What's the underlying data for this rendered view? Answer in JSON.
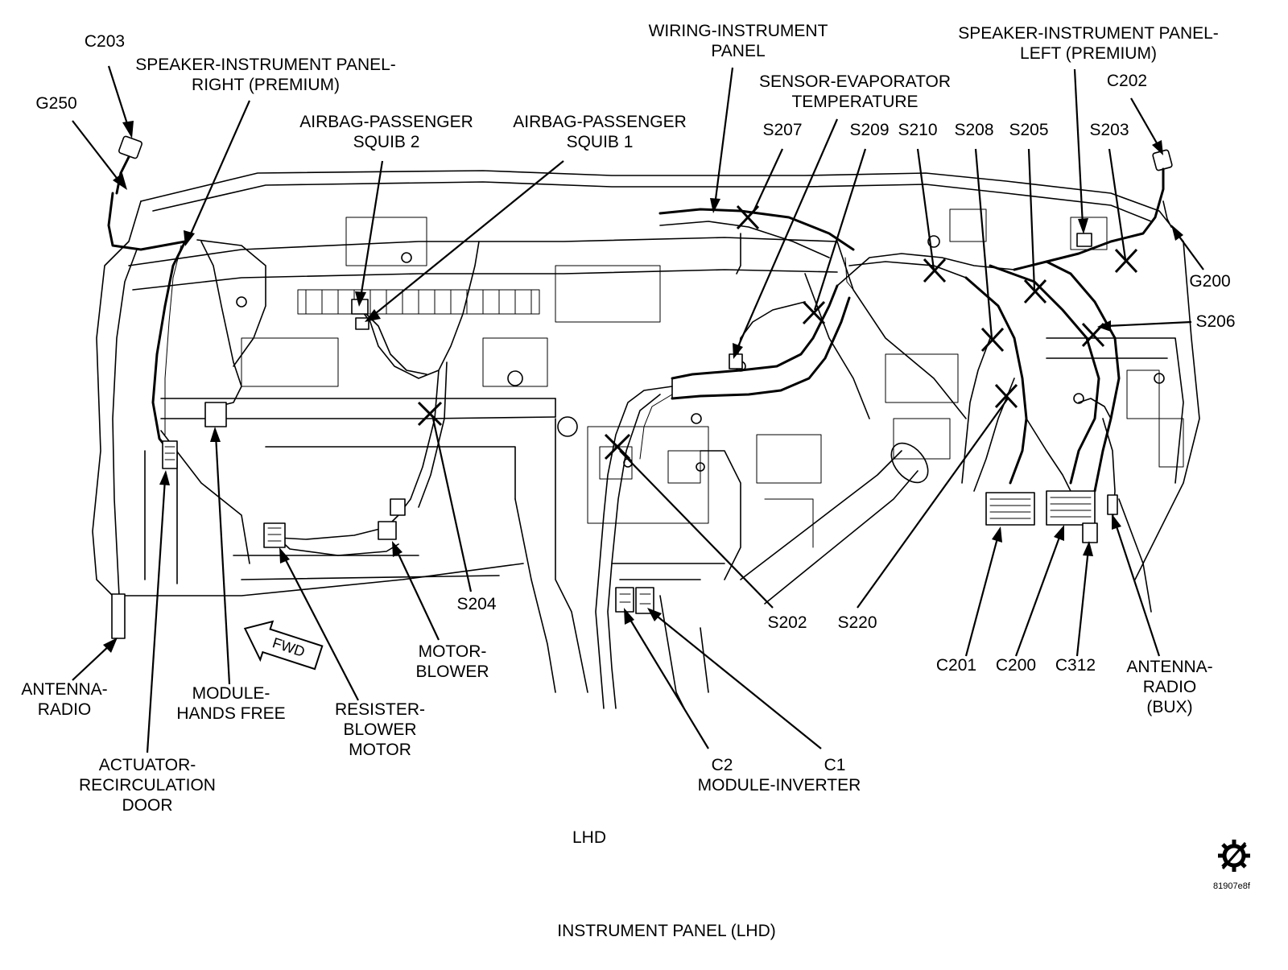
{
  "diagram": {
    "view_label": "LHD",
    "caption": "INSTRUMENT PANEL (LHD)",
    "figure_code": "81907e8f",
    "fwd_arrow_label": "FWD",
    "service_icon": "gear-strike-icon"
  },
  "labels": {
    "c203": "C203",
    "g250": "G250",
    "speaker_right": [
      "SPEAKER-INSTRUMENT PANEL-",
      "RIGHT (PREMIUM)"
    ],
    "airbag_squib2": [
      "AIRBAG-PASSENGER",
      "SQUIB 2"
    ],
    "airbag_squib1": [
      "AIRBAG-PASSENGER",
      "SQUIB 1"
    ],
    "wiring_ip": [
      "WIRING-INSTRUMENT",
      "PANEL"
    ],
    "sensor_evap": [
      "SENSOR-EVAPORATOR",
      "TEMPERATURE"
    ],
    "s207": "S207",
    "s209": "S209",
    "s210": "S210",
    "s208": "S208",
    "s205": "S205",
    "s203": "S203",
    "speaker_left": [
      "SPEAKER-INSTRUMENT PANEL-",
      "LEFT (PREMIUM)"
    ],
    "c202": "C202",
    "g200": "G200",
    "s206": "S206",
    "antenna_radio": [
      "ANTENNA-",
      "RADIO"
    ],
    "module_hands_free": [
      "MODULE-",
      "HANDS FREE"
    ],
    "actuator_recirc": [
      "ACTUATOR-",
      "RECIRCULATION",
      "DOOR"
    ],
    "resister_blower": [
      "RESISTER-",
      "BLOWER",
      "MOTOR"
    ],
    "motor_blower": [
      "MOTOR-",
      "BLOWER"
    ],
    "s204": "S204",
    "s202": "S202",
    "s220": "S220",
    "c2": "C2",
    "c1": "C1",
    "module_inverter": "MODULE-INVERTER",
    "c201": "C201",
    "c200": "C200",
    "c312": "C312",
    "antenna_radio_bux": [
      "ANTENNA-",
      "RADIO",
      "(BUX)"
    ]
  }
}
